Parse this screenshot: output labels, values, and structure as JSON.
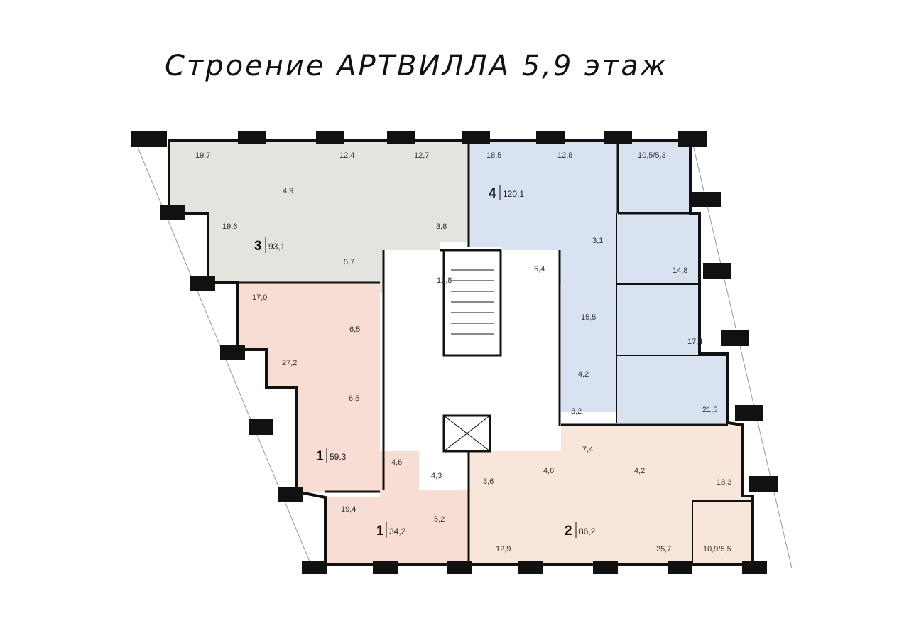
{
  "title": "Строение АРТВИЛЛА 5,9 этаж",
  "colors": {
    "unit1": "#f8ddd4",
    "unit2": "#f9e6da",
    "unit3": "#e3e4de",
    "unit4": "#d9e2f1",
    "core": "#ffffff",
    "wall": "#111111"
  },
  "units": [
    {
      "number": "1",
      "area": "59,3"
    },
    {
      "number": "1",
      "area": "34,2"
    },
    {
      "number": "2",
      "area": "86,2"
    },
    {
      "number": "3",
      "area": "93,1"
    },
    {
      "number": "4",
      "area": "120,1"
    }
  ],
  "rooms": {
    "u3": [
      "19,7",
      "12,4",
      "12,7",
      "4,9",
      "19,6",
      "3,8",
      "5,7",
      "12,8"
    ],
    "u4": [
      "18,5",
      "12,8",
      "10,5/5,3",
      "3,1",
      "5,4",
      "14,8",
      "15,5",
      "17,4",
      "4,2",
      "21,5"
    ],
    "u1a": [
      "17,0",
      "6,5",
      "27,2",
      "6,5"
    ],
    "u1b": [
      "4,6",
      "4,3",
      "19,4",
      "5,2"
    ],
    "u2": [
      "3,2",
      "7,4",
      "4,2",
      "18,3",
      "3,6",
      "4,6",
      "12,9",
      "25,7",
      "10,9/5,5"
    ]
  }
}
